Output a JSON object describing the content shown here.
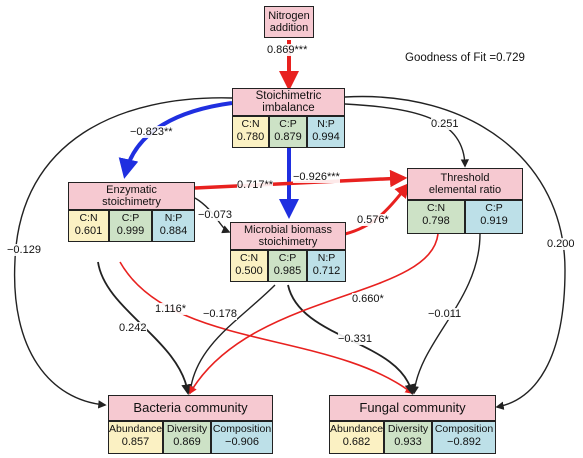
{
  "colors": {
    "pink": "#f6c9d1",
    "yellow": "#fbf1c3",
    "green": "#cde2c6",
    "blue": "#bde0e8",
    "red_arrow": "#e8211f",
    "blue_arrow": "#1f2fe0",
    "black_arrow": "#222222"
  },
  "goodness_of_fit": "Goodness of Fit =0.729",
  "nodes": {
    "nitrogen": {
      "title": "Nitrogen addition"
    },
    "stoich_imbalance": {
      "title": "Stoichimetric imbalance",
      "cells": [
        {
          "label": "C:N",
          "value": "0.780"
        },
        {
          "label": "C:P",
          "value": "0.879"
        },
        {
          "label": "N:P",
          "value": "0.994"
        }
      ]
    },
    "enzymatic": {
      "title": "Enzymatic stoichimetry",
      "cells": [
        {
          "label": "C:N",
          "value": "0.601"
        },
        {
          "label": "C:P",
          "value": "0.999"
        },
        {
          "label": "N:P",
          "value": "0.884"
        }
      ]
    },
    "microbial": {
      "title": "Microbial biomass stoichimetry",
      "cells": [
        {
          "label": "C:N",
          "value": "0.500"
        },
        {
          "label": "C:P",
          "value": "0.985"
        },
        {
          "label": "N:P",
          "value": "0.712"
        }
      ]
    },
    "threshold": {
      "title": "Threshold elemental ratio",
      "cells": [
        {
          "label": "C:N",
          "value": "0.798"
        },
        {
          "label": "C:P",
          "value": "0.919"
        }
      ]
    },
    "bacteria": {
      "title": "Bacteria community",
      "cells": [
        {
          "label": "Abundance",
          "value": "0.857"
        },
        {
          "label": "Diversity",
          "value": "0.869"
        },
        {
          "label": "Composition",
          "value": "−0.906"
        }
      ]
    },
    "fungal": {
      "title": "Fungal community",
      "cells": [
        {
          "label": "Abundance",
          "value": "0.682"
        },
        {
          "label": "Diversity",
          "value": "0.933"
        },
        {
          "label": "Composition",
          "value": "−0.892"
        }
      ]
    }
  },
  "paths": [
    {
      "id": "n_si",
      "label": "0.869***",
      "color": "red"
    },
    {
      "id": "si_en",
      "label": "−0.823**",
      "color": "blue"
    },
    {
      "id": "si_mb",
      "label": "−0.926***",
      "color": "blue"
    },
    {
      "id": "si_te",
      "label": "0.251",
      "color": "black"
    },
    {
      "id": "si_ba",
      "label": "",
      "color": "black"
    },
    {
      "id": "si_fu",
      "label": "0.200",
      "color": "black"
    },
    {
      "id": "en_te",
      "label": "0.717**",
      "color": "red"
    },
    {
      "id": "en_mb",
      "label": "−0.073",
      "color": "black"
    },
    {
      "id": "en_ba",
      "label": "0.242",
      "color": "black"
    },
    {
      "id": "en_fu",
      "label": "1.116*",
      "color": "red"
    },
    {
      "id": "en_ba_left",
      "label": "−0.129",
      "color": "black"
    },
    {
      "id": "mb_te",
      "label": "0.576*",
      "color": "red"
    },
    {
      "id": "mb_ba",
      "label": "−0.178",
      "color": "black"
    },
    {
      "id": "mb_fu",
      "label": "−0.331",
      "color": "black"
    },
    {
      "id": "te_ba",
      "label": "0.660*",
      "color": "red"
    },
    {
      "id": "te_fu",
      "label": "−0.011",
      "color": "black"
    }
  ]
}
